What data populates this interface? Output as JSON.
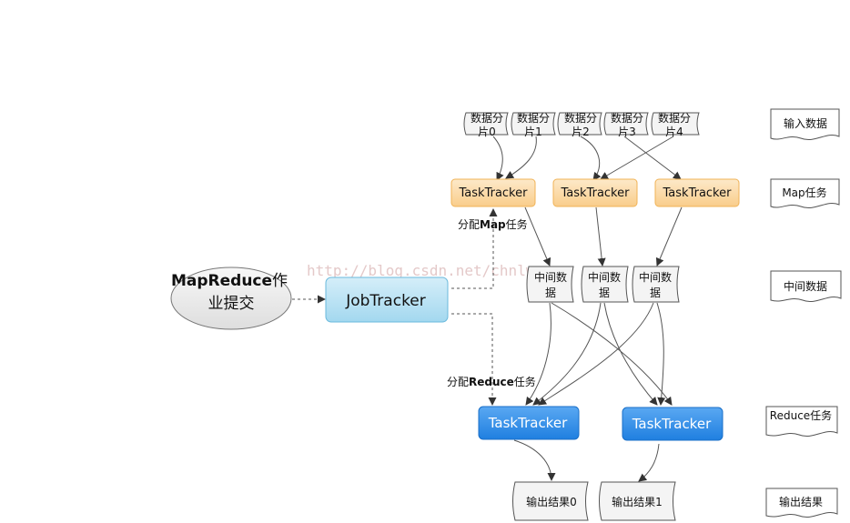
{
  "client": {
    "label_bold": "MapReduce",
    "label_rest": "作",
    "label_line2": "业提交"
  },
  "jobtracker": "JobTracker",
  "splits": [
    "数据分片0",
    "数据分片1",
    "数据分片2",
    "数据分片3",
    "数据分片4"
  ],
  "map_trackers": [
    "TaskTracker",
    "TaskTracker",
    "TaskTracker"
  ],
  "intermediate": [
    "中间数据",
    "中间数据",
    "中间数据"
  ],
  "reduce_trackers": [
    "TaskTracker",
    "TaskTracker"
  ],
  "outputs": [
    "输出结果0",
    "输出结果1"
  ],
  "assign_map": {
    "prefix": "分配",
    "bold": "Map",
    "suffix": "任务"
  },
  "assign_reduce": {
    "prefix": "分配",
    "bold": "Reduce",
    "suffix": "任务"
  },
  "legend": [
    "输入数据",
    "Map任务",
    "中间数据",
    "Reduce任务",
    "输出结果"
  ],
  "watermark": "http://blog.csdn.net/chnlwz",
  "colors": {
    "map_fill": "#fbd9a6",
    "map_stroke": "#f0b357",
    "jobtracker_fill": "#b9e1f3",
    "jobtracker_stroke": "#6ab9dc",
    "reduce_fill": "#2f8fe8",
    "reduce_stroke": "#1a6fc8",
    "ellipse_fill": "#ececec",
    "doc_fill": "#f4f4f4",
    "line": "#555555"
  }
}
